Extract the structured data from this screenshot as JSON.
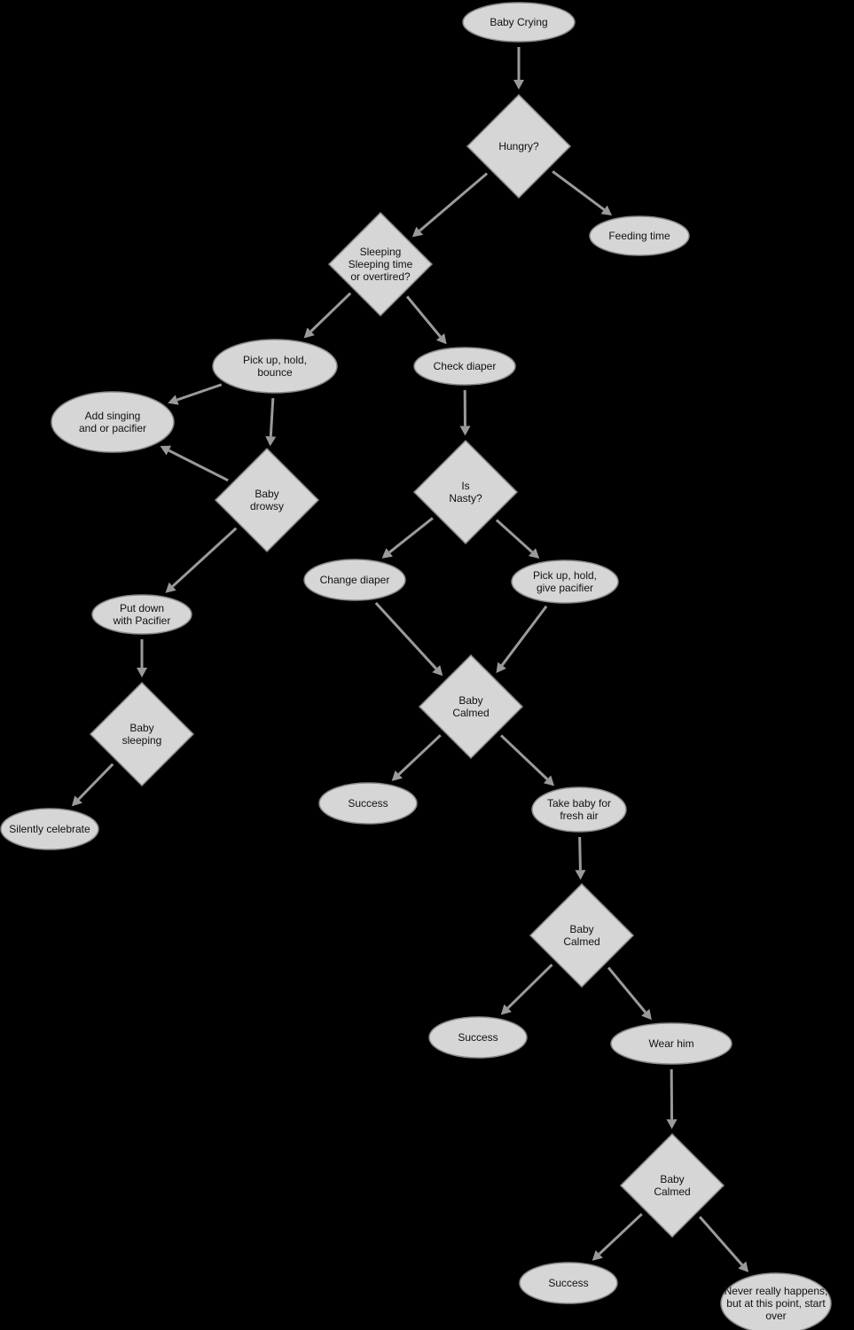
{
  "nodes": [
    {
      "id": "baby-crying",
      "shape": "ellipse",
      "lines": [
        "Baby Crying"
      ]
    },
    {
      "id": "hungry",
      "shape": "diamond",
      "lines": [
        "Hungry?"
      ]
    },
    {
      "id": "feeding-time",
      "shape": "ellipse",
      "lines": [
        "Feeding time"
      ]
    },
    {
      "id": "sleeping",
      "shape": "diamond",
      "lines": [
        "Sleeping",
        "Sleeping time",
        "or overtired?"
      ]
    },
    {
      "id": "pick-up-bounce",
      "shape": "ellipse",
      "lines": [
        "Pick up, hold,",
        "bounce"
      ]
    },
    {
      "id": "check-diaper",
      "shape": "ellipse",
      "lines": [
        "Check diaper"
      ]
    },
    {
      "id": "add-singing",
      "shape": "ellipse",
      "lines": [
        "Add singing",
        "and or pacifier"
      ]
    },
    {
      "id": "baby-drowsy",
      "shape": "diamond",
      "lines": [
        "Baby",
        "drowsy"
      ]
    },
    {
      "id": "is-nasty",
      "shape": "diamond",
      "lines": [
        "Is",
        "Nasty?"
      ]
    },
    {
      "id": "change-diaper",
      "shape": "ellipse",
      "lines": [
        "Change diaper"
      ]
    },
    {
      "id": "pick-up-pacifier",
      "shape": "ellipse",
      "lines": [
        "Pick up, hold,",
        "give pacifier"
      ]
    },
    {
      "id": "put-down",
      "shape": "ellipse",
      "lines": [
        "Put down",
        "with Pacifier"
      ]
    },
    {
      "id": "baby-calmed-1",
      "shape": "diamond",
      "lines": [
        "Baby",
        "Calmed"
      ]
    },
    {
      "id": "baby-sleeping",
      "shape": "diamond",
      "lines": [
        "Baby",
        "sleeping"
      ]
    },
    {
      "id": "success-1",
      "shape": "ellipse",
      "lines": [
        "Success"
      ]
    },
    {
      "id": "fresh-air",
      "shape": "ellipse",
      "lines": [
        "Take baby for",
        "fresh air"
      ]
    },
    {
      "id": "silently-celebrate",
      "shape": "ellipse",
      "lines": [
        "Silently celebrate"
      ]
    },
    {
      "id": "baby-calmed-2",
      "shape": "diamond",
      "lines": [
        "Baby",
        "Calmed"
      ]
    },
    {
      "id": "success-2",
      "shape": "ellipse",
      "lines": [
        "Success"
      ]
    },
    {
      "id": "wear-him",
      "shape": "ellipse",
      "lines": [
        "Wear him"
      ]
    },
    {
      "id": "baby-calmed-3",
      "shape": "diamond",
      "lines": [
        "Baby",
        "Calmed"
      ]
    },
    {
      "id": "success-3",
      "shape": "ellipse",
      "lines": [
        "Success"
      ]
    },
    {
      "id": "never-happens",
      "shape": "ellipse",
      "lines": [
        "Never really happens,",
        "but at this point, start",
        "over"
      ]
    }
  ],
  "edges": [
    {
      "from": "baby-crying",
      "to": "hungry"
    },
    {
      "from": "hungry",
      "to": "sleeping"
    },
    {
      "from": "hungry",
      "to": "feeding-time"
    },
    {
      "from": "sleeping",
      "to": "pick-up-bounce"
    },
    {
      "from": "sleeping",
      "to": "check-diaper"
    },
    {
      "from": "pick-up-bounce",
      "to": "add-singing"
    },
    {
      "from": "pick-up-bounce",
      "to": "baby-drowsy"
    },
    {
      "from": "baby-drowsy",
      "to": "add-singing"
    },
    {
      "from": "baby-drowsy",
      "to": "put-down"
    },
    {
      "from": "check-diaper",
      "to": "is-nasty"
    },
    {
      "from": "is-nasty",
      "to": "change-diaper"
    },
    {
      "from": "is-nasty",
      "to": "pick-up-pacifier"
    },
    {
      "from": "change-diaper",
      "to": "baby-calmed-1"
    },
    {
      "from": "pick-up-pacifier",
      "to": "baby-calmed-1"
    },
    {
      "from": "put-down",
      "to": "baby-sleeping"
    },
    {
      "from": "baby-sleeping",
      "to": "silently-celebrate"
    },
    {
      "from": "baby-calmed-1",
      "to": "success-1"
    },
    {
      "from": "baby-calmed-1",
      "to": "fresh-air"
    },
    {
      "from": "fresh-air",
      "to": "baby-calmed-2"
    },
    {
      "from": "baby-calmed-2",
      "to": "success-2"
    },
    {
      "from": "baby-calmed-2",
      "to": "wear-him"
    },
    {
      "from": "wear-him",
      "to": "baby-calmed-3"
    },
    {
      "from": "baby-calmed-3",
      "to": "success-3"
    },
    {
      "from": "baby-calmed-3",
      "to": "never-happens"
    }
  ],
  "colors": {
    "background": "#000000",
    "node_fill": "#d6d6d6",
    "node_stroke": "#8a8a8a",
    "edge": "#9a9a9a",
    "text": "#111111"
  }
}
